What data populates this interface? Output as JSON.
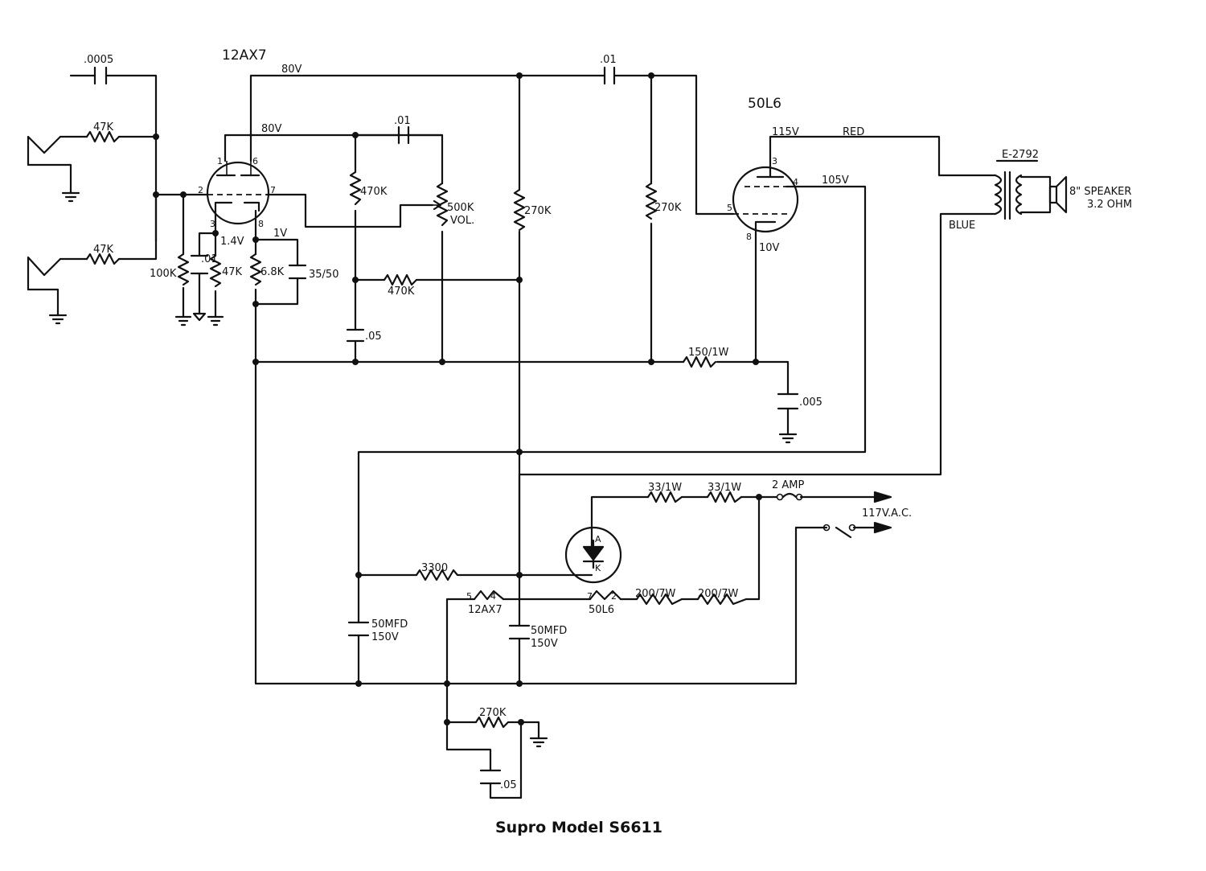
{
  "title": "Supro Model S6611",
  "tubes": {
    "preamp": "12AX7",
    "power": "50L6"
  },
  "pins": {
    "v1_p1": "1",
    "v1_p6": "6",
    "v1_p2": "2",
    "v1_p7": "7",
    "v1_p3": "3",
    "v1_p8": "8",
    "v2_p3": "3",
    "v2_p4": "4",
    "v2_p5": "5",
    "v2_p8": "8"
  },
  "voltages": {
    "plate_a": "80V",
    "plate_b": "80V",
    "cathode_a": "1.4V",
    "cathode_b": "1V",
    "v2_plate": "115V",
    "v2_screen": "105V",
    "v2_cathode": "10V"
  },
  "components": {
    "cin": ".0005",
    "rin1": "47K",
    "rin2": "47K",
    "rgrid": "100K",
    "ck": ".01",
    "rk1": "47K",
    "rk2": "6.8K",
    "ck2": "35/50",
    "rp2": "470K",
    "cc1": ".01",
    "vol": "500K",
    "vol_label": "VOL.",
    "rfb": "470K",
    "cdec": ".05",
    "rp1": "270K",
    "cc2": ".01",
    "rg2": "270K",
    "rk3": "150/1W",
    "c005": ".005",
    "r3300": "3300",
    "c50a_1": "50MFD",
    "c50a_2": "150V",
    "c50b_1": "50MFD",
    "c50b_2": "150V",
    "r33a": "33/1W",
    "r33b": "33/1W",
    "r200a": "200/7W",
    "r200b": "200/7W",
    "fuse": "2 AMP",
    "mains": "117V.A.C.",
    "heater_a_pins": "5",
    "heater_a_pins2": "4",
    "heater_a_tube": "12AX7",
    "heater_b_pins": "7",
    "heater_b_pins2": "2",
    "heater_b_tube": "50L6",
    "rbot": "270K",
    "cbot": ".05"
  },
  "diode": {
    "anode": "A",
    "cathode": "K"
  },
  "transformer": {
    "part": "E-2792",
    "red": "RED",
    "blue": "BLUE"
  },
  "speaker": {
    "line1": "8\" SPEAKER",
    "line2": "3.2 OHM"
  }
}
